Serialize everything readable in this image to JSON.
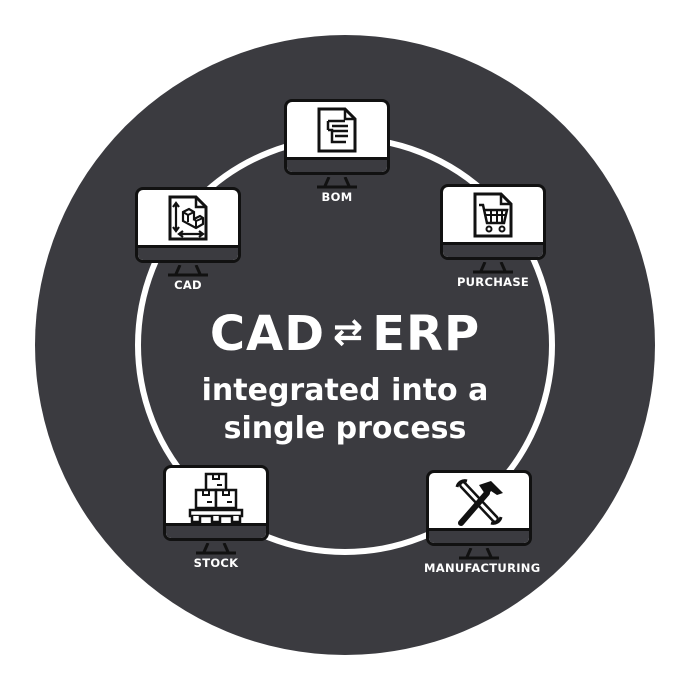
{
  "diagram": {
    "headline": {
      "left": "CAD",
      "arrows": "⇄",
      "right": "ERP"
    },
    "subtitle": {
      "line1": "integrated into a",
      "line2": "single process"
    },
    "colors": {
      "disc": "#3b3b40",
      "ring": "#ffffff",
      "screen": "#ffffff",
      "text": "#ffffff"
    },
    "nodes": [
      {
        "label": "BOM",
        "icon": "document-list-icon"
      },
      {
        "label": "PURCHASE",
        "icon": "shopping-cart-document-icon"
      },
      {
        "label": "MANUFACTURING",
        "icon": "hammer-wrench-icon"
      },
      {
        "label": "STOCK",
        "icon": "pallet-boxes-icon"
      },
      {
        "label": "CAD",
        "icon": "cad-drawing-document-icon"
      }
    ]
  }
}
